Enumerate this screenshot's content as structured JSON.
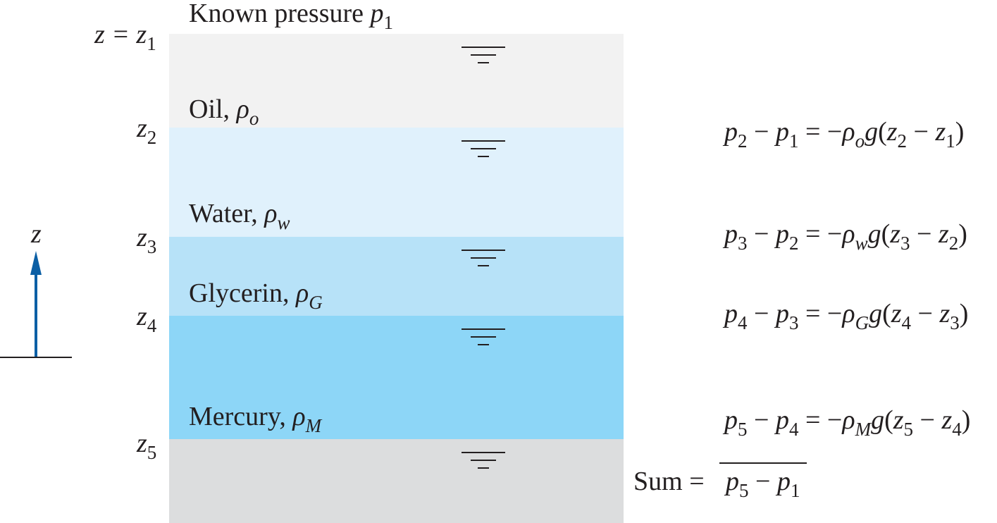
{
  "title_label": "Known pressure",
  "title_symbol": "p",
  "title_subscript": "1",
  "levels": {
    "z1_prefix": "z = z",
    "z1_sub": "1",
    "z2": "z",
    "z2_sub": "2",
    "z3": "z",
    "z3_sub": "3",
    "z4": "z",
    "z4_sub": "4",
    "z5": "z",
    "z5_sub": "5"
  },
  "fluids": [
    {
      "name": "Oil,",
      "rho": "ρ",
      "rho_sub": "o",
      "color": "#f2f2f2"
    },
    {
      "name": "Water,",
      "rho": "ρ",
      "rho_sub": "w",
      "color": "#e0f1fc"
    },
    {
      "name": "Glycerin,",
      "rho": "ρ",
      "rho_sub": "G",
      "color": "#b7e2f8"
    },
    {
      "name": "Mercury,",
      "rho": "ρ",
      "rho_sub": "M",
      "color": "#8dd6f7"
    }
  ],
  "bottom_color": "#dcddde",
  "axis": {
    "label": "z",
    "arrow_color": "#0b5fa5"
  },
  "equations": [
    {
      "a": "p",
      "a_sub": "2",
      "b": "p",
      "b_sub": "1",
      "rho_sub": "o",
      "z_a": "2",
      "z_b": "1"
    },
    {
      "a": "p",
      "a_sub": "3",
      "b": "p",
      "b_sub": "2",
      "rho_sub": "w",
      "z_a": "3",
      "z_b": "2"
    },
    {
      "a": "p",
      "a_sub": "4",
      "b": "p",
      "b_sub": "3",
      "rho_sub": "G",
      "z_a": "4",
      "z_b": "3"
    },
    {
      "a": "p",
      "a_sub": "5",
      "b": "p",
      "b_sub": "4",
      "rho_sub": "M",
      "z_a": "5",
      "z_b": "4"
    }
  ],
  "sum": {
    "label": "Sum =",
    "a": "p",
    "a_sub": "5",
    "b": "p",
    "b_sub": "1"
  }
}
